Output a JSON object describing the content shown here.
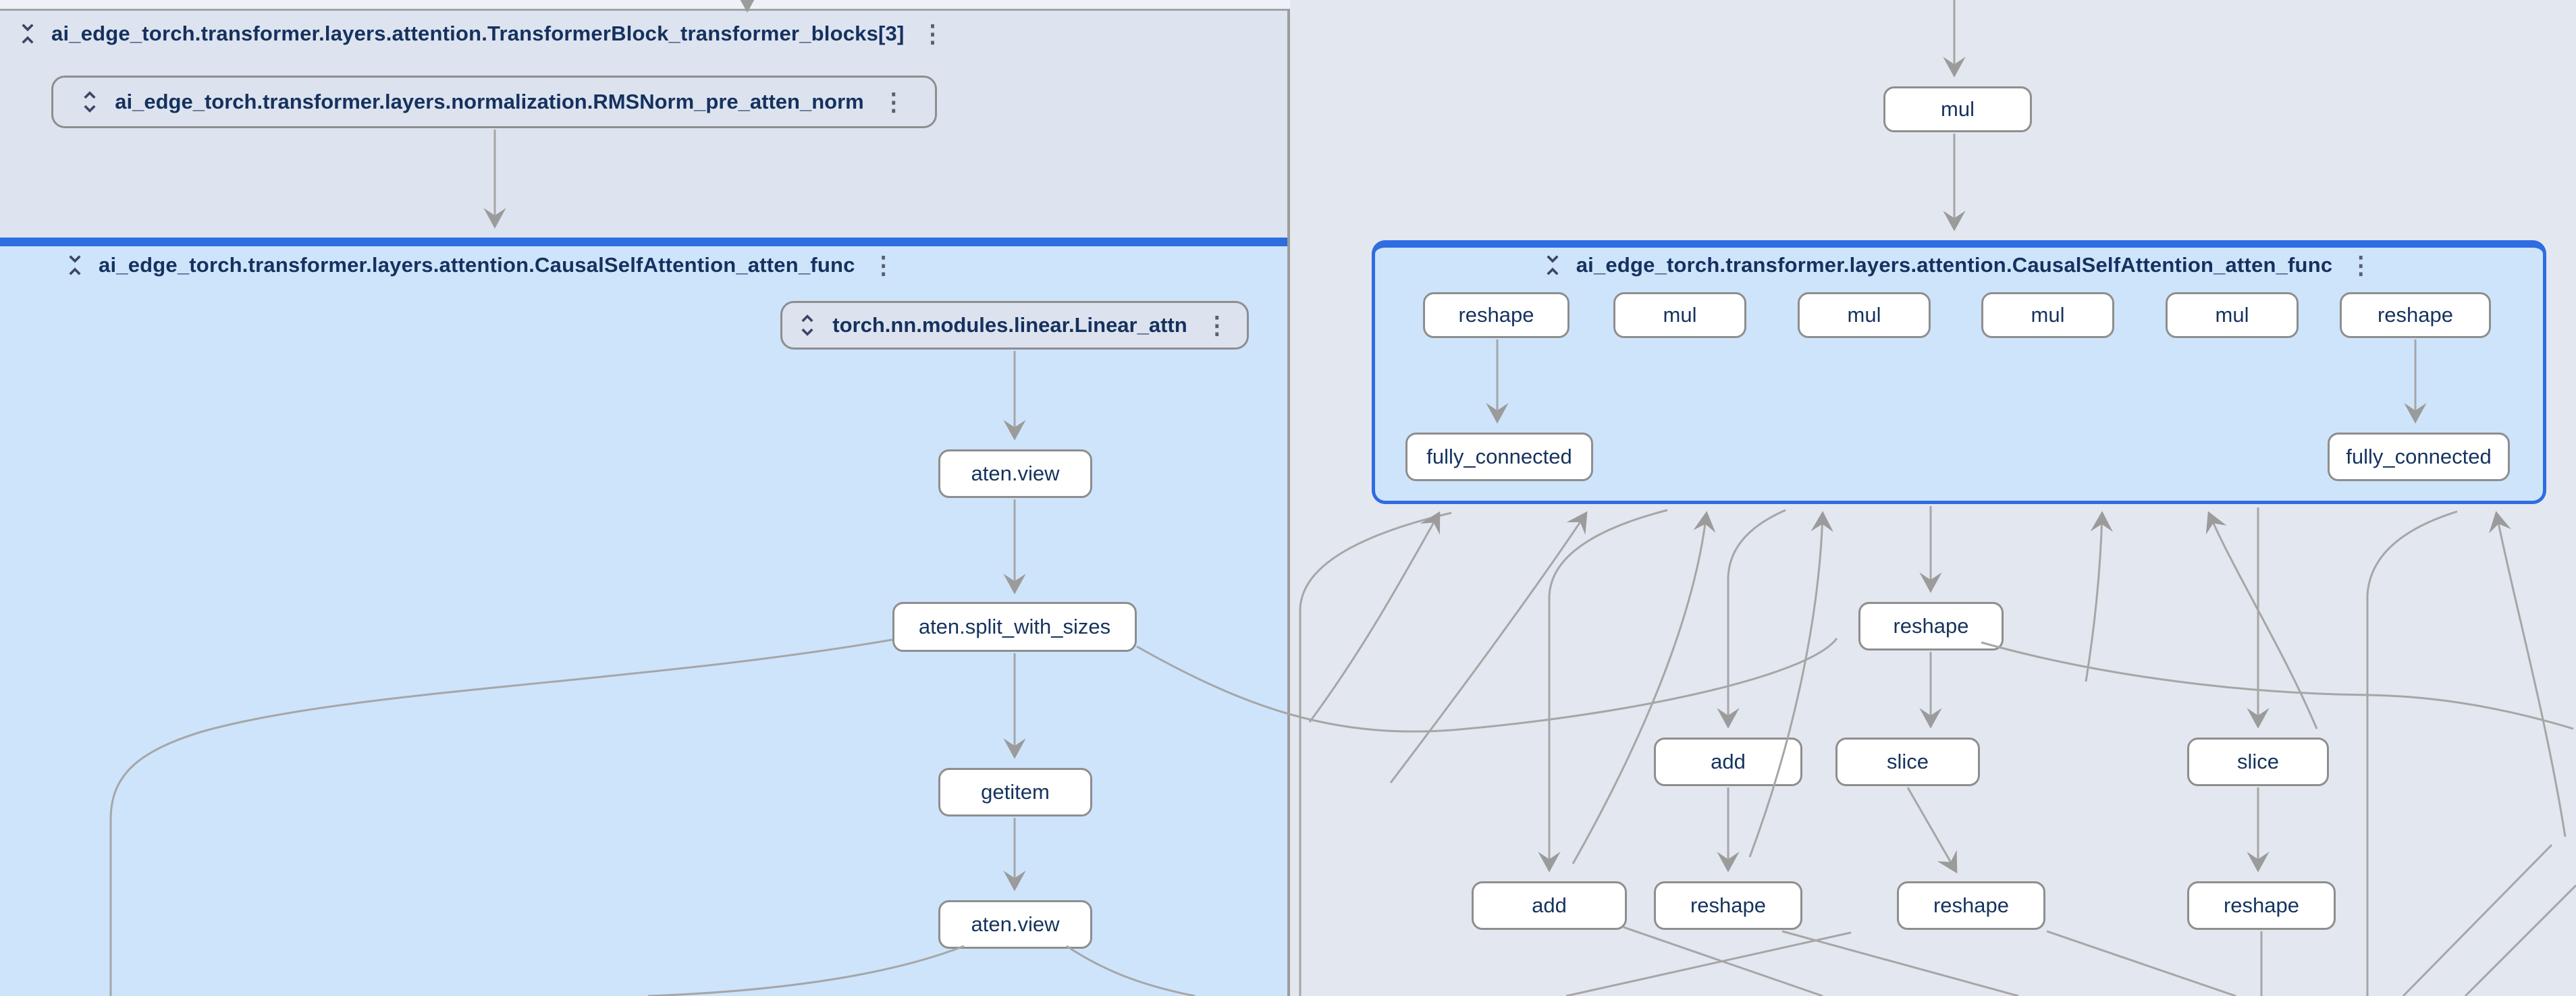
{
  "left_panel": {
    "transformer_block": {
      "title": "ai_edge_torch.transformer.layers.attention.TransformerBlock_transformer_blocks[3]"
    },
    "rmsnorm": {
      "label": "ai_edge_torch.transformer.layers.normalization.RMSNorm_pre_atten_norm"
    },
    "attention_group": {
      "title": "ai_edge_torch.transformer.layers.attention.CausalSelfAttention_atten_func"
    },
    "linear": {
      "label": "torch.nn.modules.linear.Linear_attn"
    },
    "nodes": {
      "view1": "aten.view",
      "split": "aten.split_with_sizes",
      "getitem": "getitem",
      "view2": "aten.view"
    }
  },
  "right_panel": {
    "mul_top": "mul",
    "attention_group": {
      "title": "ai_edge_torch.transformer.layers.attention.CausalSelfAttention_atten_func",
      "selected": true
    },
    "row1": [
      "reshape",
      "mul",
      "mul",
      "mul",
      "mul",
      "reshape"
    ],
    "fully_connected_left": "fully_connected",
    "fully_connected_right": "fully_connected",
    "mid": {
      "reshape": "reshape",
      "add": "add",
      "slice1": "slice",
      "slice2": "slice"
    },
    "bottom": [
      "add",
      "reshape",
      "reshape",
      "reshape"
    ]
  },
  "icons": {
    "collapse": "unfold-less",
    "expand": "unfold-more",
    "menu": "⋮"
  },
  "colors": {
    "canvas": "#e3e7ef",
    "block_bg": "#dde4f0",
    "attention_bg": "#cde4fb",
    "accent_blue": "#2e6ce2",
    "node_border": "#8e8e8e",
    "edge": "#a6a6a6",
    "text_navy": "#15315e",
    "collapsed_node_bg": "#dce3ef"
  }
}
